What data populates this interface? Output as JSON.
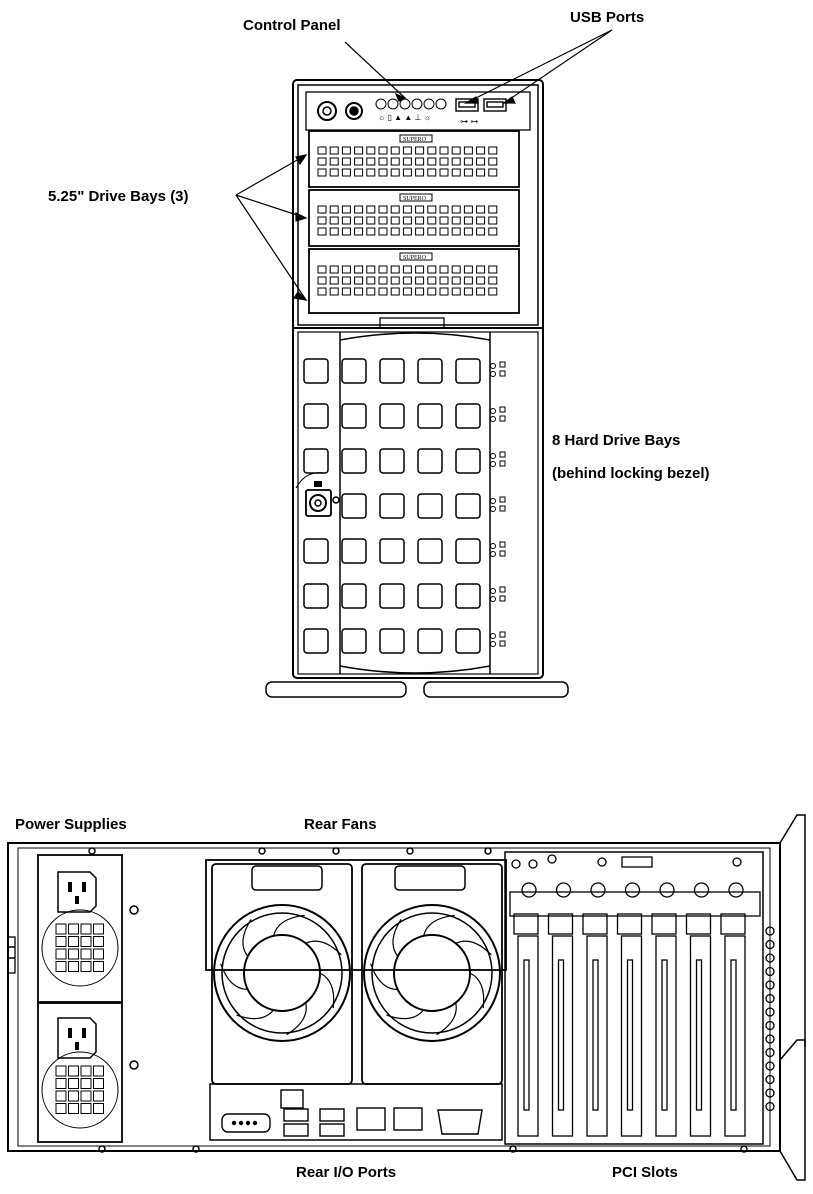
{
  "front": {
    "control_panel_label": "Control Panel",
    "usb_ports_label": "USB Ports",
    "drive_bays_525_label": "5.25\" Drive Bays (3)",
    "hdd_bays_line1": "8 Hard Drive Bays",
    "hdd_bays_line2": "(behind locking bezel)",
    "bay_badge_text": "SUPERO"
  },
  "rear": {
    "power_supplies_label": "Power Supplies",
    "rear_fans_label": "Rear Fans",
    "rear_io_label": "Rear I/O Ports",
    "pci_slots_label": "PCI Slots"
  },
  "colors": {
    "line": "#000000",
    "background": "#ffffff"
  }
}
